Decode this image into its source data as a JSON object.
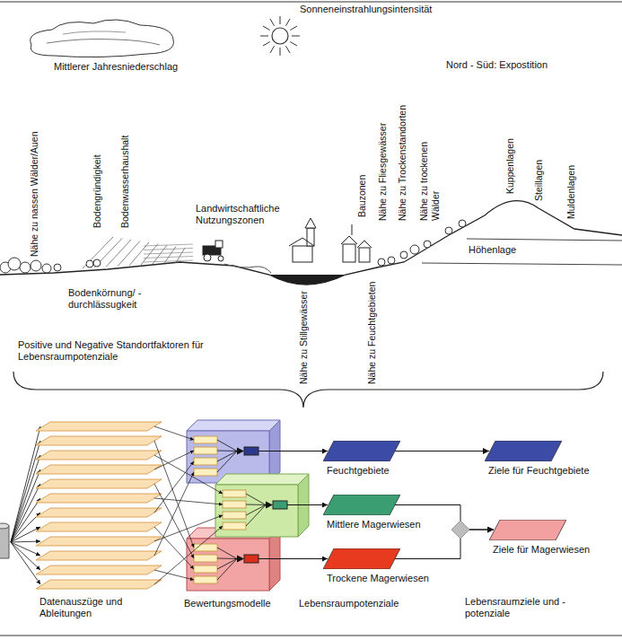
{
  "diagram": {
    "nodes": [
      {
        "text": [
          "Feuchtgebiete"
        ]
      },
      {
        "text": [
          "Ziele für Feuchtgebiete"
        ]
      },
      {
        "text": [
          "Mittlere Magerwiesen"
        ]
      },
      {
        "text": [
          "Ziele für Magerwiesen"
        ]
      },
      {
        "text": [
          "Trockene Magerwiesen"
        ]
      }
    ],
    "edges": [
      {
        "from": 0,
        "to": 1,
        "arrow": "to"
      },
      {
        "from": 2,
        "to": 3,
        "arrow": "to"
      },
      {
        "from": 4,
        "to": 3,
        "arrow": "to"
      }
    ],
    "labels": [
      "Mittlerer Jahresniederschlag",
      "Sonneneinstrahlungsintensität",
      "Nord - Süd: Expostition",
      "Nähe zu nassen Wälder/Auen",
      "Bodengründigkeit",
      "Bodenwasserhaushalt",
      "Landwirtschaftliche Nutzungszonen",
      "Bauzonen",
      "Nähe zu Fliesgewässer",
      "Nähe zu Trockenstandorten",
      "Nähe zu trockenen Wälder",
      "Kuppenlagen",
      "Steillagen",
      "Muldenlagen",
      "Höhenlage",
      "Bodenkörnung/ -durchlässugkeit",
      "Nähe zu Stillgewässer",
      "Nähe zu Feuchtgebieten",
      "Positive und Negative Standortfaktoren für Lebensraumpotenziale",
      "Datenauszüge und Ableitungen",
      "Bewertungsmodelle",
      "Lebensraumpotenziale",
      "Lebensraumziele und -potenziale"
    ]
  }
}
